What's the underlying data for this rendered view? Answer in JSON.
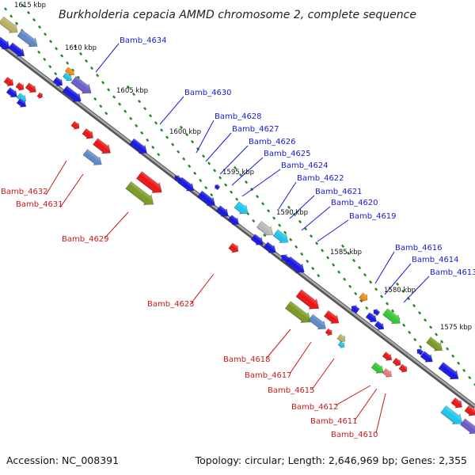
{
  "title": "Burkholderia cepacia AMMD chromosome 2, complete sequence",
  "footer": {
    "accession": "Accession: NC_008391",
    "topology": "Topology: circular; Length: 2,646,969 bp; Genes: 2,355"
  },
  "ticks": [
    "1615 kbp",
    "1610 kbp",
    "1605 kbp",
    "1600 kbp",
    "1595 kbp",
    "1590 kbp",
    "1585 kbp",
    "1580 kbp",
    "1575 kbp"
  ],
  "upper_labels": [
    "Bamb_4634",
    "Bamb_4630",
    "Bamb_4628",
    "Bamb_4627",
    "Bamb_4626",
    "Bamb_4625",
    "Bamb_4624",
    "Bamb_4622",
    "Bamb_4621",
    "Bamb_4620",
    "Bamb_4619",
    "Bamb_4616",
    "Bamb_4614",
    "Bamb_4613"
  ],
  "lower_labels": [
    "Bamb_4632",
    "Bamb_4631",
    "Bamb_4629",
    "Bamb_4623",
    "Bamb_4618",
    "Bamb_4617",
    "Bamb_4615",
    "Bamb_4612",
    "Bamb_4611",
    "Bamb_4610"
  ],
  "colors": {
    "backbone": "#7a7a7a",
    "tick_dots": "#1f8a1f",
    "upper_label": "#1a1ad0",
    "lower_label": "#c81a1a",
    "blue": "#1414e6",
    "red": "#ee1010",
    "olive": "#7a9a1e",
    "steel": "#5b88c8",
    "cyan": "#17c8ee",
    "orange": "#f08c10",
    "purple": "#6a5ac8",
    "khaki": "#b8b060",
    "green": "#30c830",
    "pink": "#e87878",
    "silver": "#b8b8b8"
  }
}
